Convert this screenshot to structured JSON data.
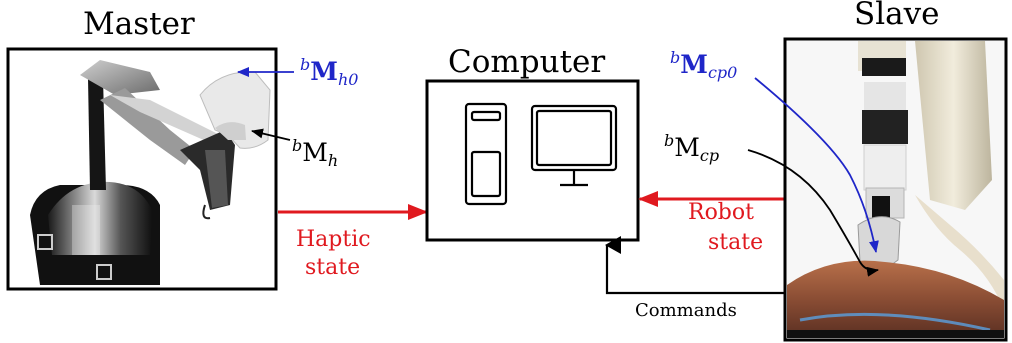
{
  "labels": {
    "master": "Master",
    "slave": "Slave",
    "computer": "Computer",
    "haptic_state_1": "Haptic",
    "haptic_state_2": "state",
    "robot_state_1": "Robot",
    "robot_state_2": "state",
    "commands": "Commands"
  },
  "frames": {
    "mh0": {
      "pre": "b",
      "main": "M",
      "sub": "h0"
    },
    "mh": {
      "pre": "b",
      "main": "M",
      "sub": "h"
    },
    "mcp0": {
      "pre": "b",
      "main": "M",
      "sub": "cp0"
    },
    "mcp": {
      "pre": "b",
      "main": "M",
      "sub": "cp"
    }
  },
  "colors": {
    "red": "#e0191f",
    "blue": "#1f26c8",
    "black": "#000000"
  }
}
